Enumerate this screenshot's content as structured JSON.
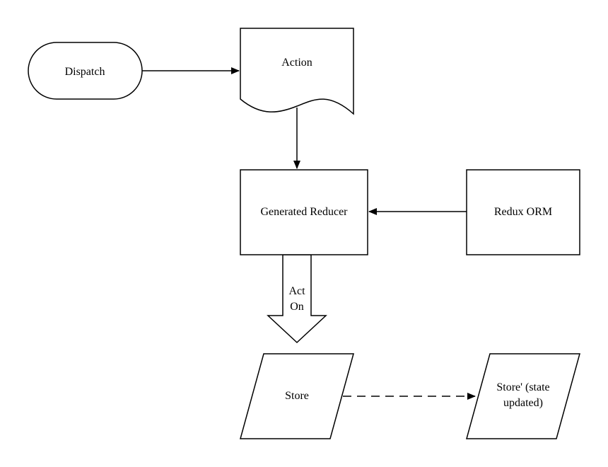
{
  "diagram": {
    "nodes": {
      "dispatch": {
        "label": "Dispatch"
      },
      "action": {
        "label": "Action"
      },
      "generated_reducer": {
        "label": "Generated Reducer"
      },
      "redux_orm": {
        "label": "Redux ORM"
      },
      "store": {
        "label": "Store"
      },
      "store_updated": {
        "label_line1": "Store' (state",
        "label_line2": "updated)"
      }
    },
    "edges": {
      "act_on": {
        "label_line1": "Act",
        "label_line2": "On"
      }
    }
  }
}
